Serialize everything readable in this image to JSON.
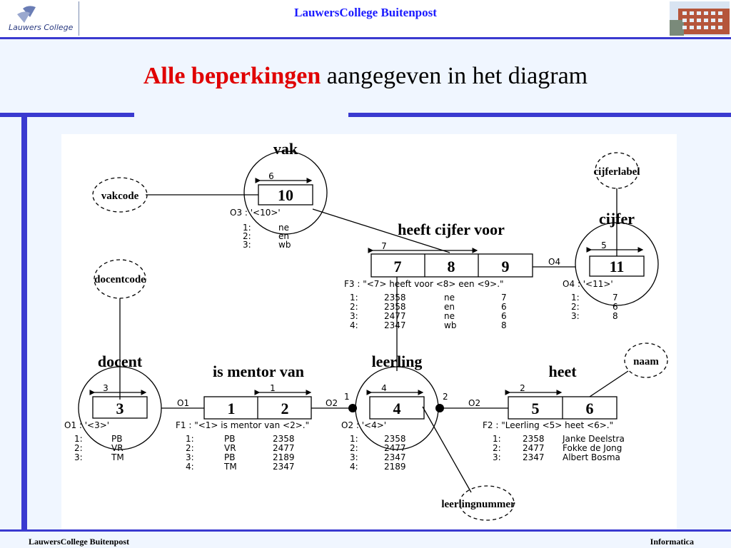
{
  "header": {
    "title": "LauwersCollege   Buitenpost",
    "logo_text": "Lauwers College"
  },
  "slide_title": {
    "highlight": "Alle beperkingen",
    "rest": " aangegeven in het diagram"
  },
  "footer": {
    "left": "LauwersCollege Buitenpost",
    "right": "Informatica"
  },
  "diagram": {
    "vak": {
      "label": "vak",
      "width_label": "6",
      "box": "10",
      "type_line": "O3 : '<10>'",
      "rows": [
        [
          "1:",
          "ne"
        ],
        [
          "2:",
          "en"
        ],
        [
          "3:",
          "wb"
        ]
      ]
    },
    "vakcode": "vakcode",
    "cijferlabel": "cijferlabel",
    "cijfer": {
      "label": "cijfer",
      "width_label": "5",
      "box": "11",
      "type_line": "O4 : '<11>'",
      "rows": [
        [
          "1:",
          "7"
        ],
        [
          "2:",
          "6"
        ],
        [
          "3:",
          "8"
        ]
      ]
    },
    "heeft": {
      "label": "heeft cijfer voor",
      "width_label": "7",
      "boxes": [
        "7",
        "8",
        "9"
      ],
      "type_line": "F3 : \"<7> heeft voor <8> een <9>.\"",
      "o4": "O4",
      "rows": [
        [
          "1:",
          "2358",
          "ne",
          "7"
        ],
        [
          "2:",
          "2358",
          "en",
          "6"
        ],
        [
          "3:",
          "2477",
          "ne",
          "6"
        ],
        [
          "4:",
          "2347",
          "wb",
          "8"
        ]
      ]
    },
    "docentcode": "docentcode",
    "docent": {
      "label": "docent",
      "width_label": "3",
      "box": "3",
      "type_line": "O1 : '<3>'",
      "rows": [
        [
          "1:",
          "PB"
        ],
        [
          "2:",
          "VR"
        ],
        [
          "3:",
          "TM"
        ]
      ]
    },
    "mentor": {
      "label": "is mentor van",
      "width_label": "1",
      "boxes": [
        "1",
        "2"
      ],
      "o1": "O1",
      "o2": "O2",
      "type_line": "F1 : \"<1> is mentor van <2>.\"",
      "rows": [
        [
          "1:",
          "PB",
          "2358"
        ],
        [
          "2:",
          "VR",
          "2477"
        ],
        [
          "3:",
          "PB",
          "2189"
        ],
        [
          "4:",
          "TM",
          "2347"
        ]
      ]
    },
    "leerling": {
      "label": "leerling",
      "width_label": "4",
      "box": "4",
      "type_line": "O2 : '<4>'",
      "mark1": "1",
      "mark2": "2",
      "rows": [
        [
          "1:",
          "2358"
        ],
        [
          "2:",
          "2477"
        ],
        [
          "3:",
          "2347"
        ],
        [
          "4:",
          "2189"
        ]
      ]
    },
    "leerlingnummer": "leerlingnummer",
    "naam": "naam",
    "heet": {
      "label": "heet",
      "width_label": "2",
      "boxes": [
        "5",
        "6"
      ],
      "o2": "O2",
      "type_line": "F2 : \"Leerling <5> heet <6>.\"",
      "rows": [
        [
          "1:",
          "2358",
          "Janke Deelstra"
        ],
        [
          "2:",
          "2477",
          "Fokke de Jong"
        ],
        [
          "3:",
          "2347",
          "Albert Bosma"
        ]
      ]
    }
  }
}
